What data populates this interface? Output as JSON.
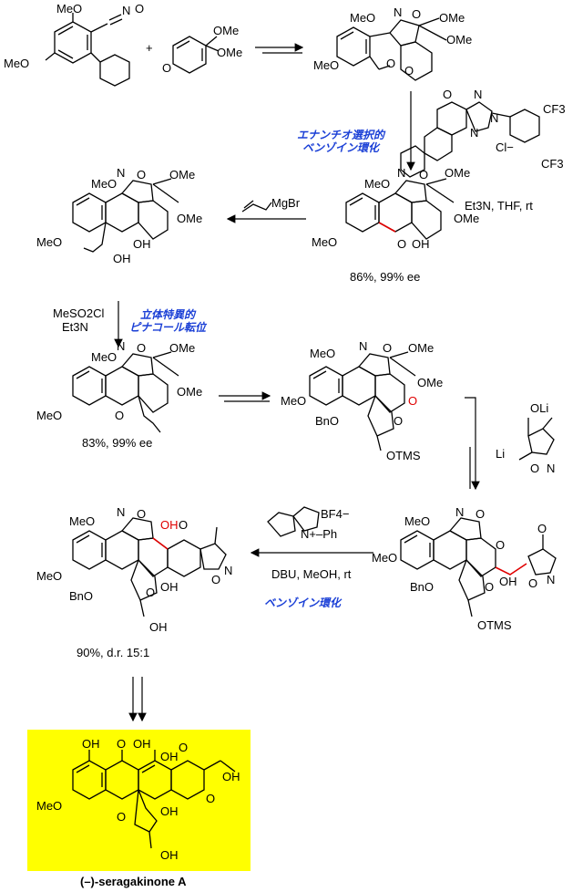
{
  "labels": {
    "label_benzoin_enantio": "エナンチオ選択的\nベンゾイン環化",
    "label_pinacol": "立体特異的\nピナコール転位",
    "label_benzoin": "ベンゾイン環化",
    "cond_et3n_thf": "Et3N, THF, rt",
    "cond_allyl_mgbr": "MgBr",
    "cond_mesocl": "MeSO2Cl",
    "cond_et3n": "Et3N",
    "cond_dbu": "DBU, MeOH, rt",
    "cond_bf4": "BF4−",
    "cond_n_ph": "N+–Ph",
    "cond_oli": "OLi",
    "cond_li": "Li",
    "cond_cl": "Cl−",
    "yield_1": "86%, 99% ee",
    "yield_2": "83%, 99% ee",
    "yield_3": "90%, d.r. 15:1",
    "product_name": "(–)-seragakinone A"
  },
  "atoms": {
    "meo": "MeO",
    "ome": "OMe",
    "oh": "OH",
    "o": "O",
    "n": "N",
    "bno": "BnO",
    "otms": "OTMS",
    "cf3": "CF3",
    "plus": "+"
  },
  "colors": {
    "highlight": "#ffff00",
    "annotation_blue": "#1a3fd6",
    "emphasis_red": "#e00000"
  }
}
